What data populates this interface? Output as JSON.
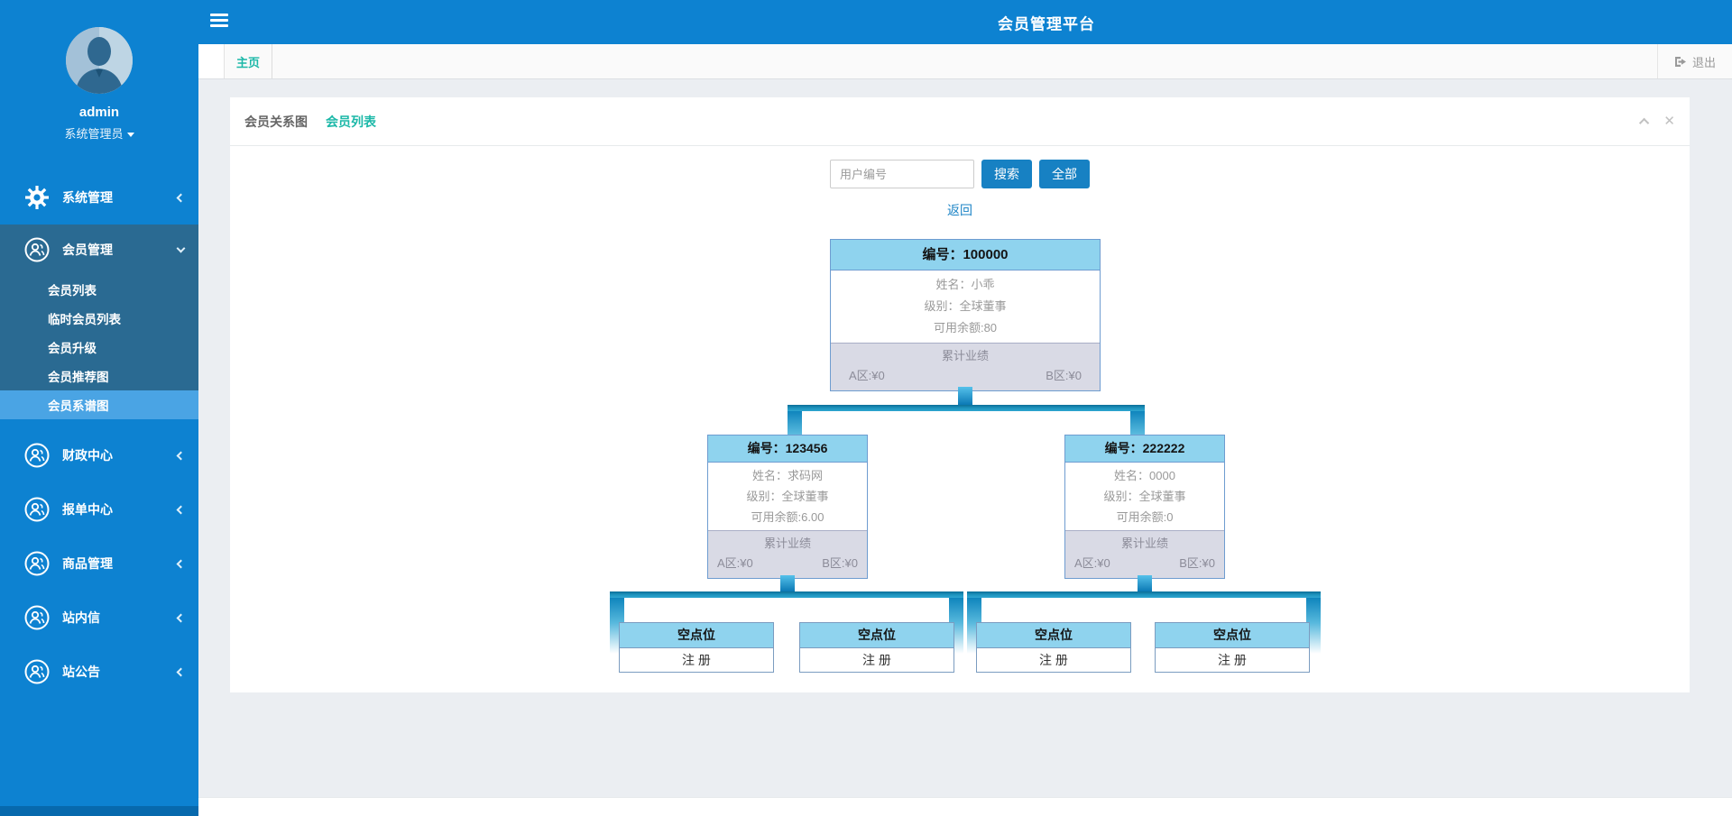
{
  "navbar": {
    "title": "会员管理平台"
  },
  "tabbar": {
    "home_tab": "主页",
    "logout": "退出"
  },
  "sidebar": {
    "username": "admin",
    "role": "系统管理员",
    "menu": [
      {
        "label": "系统管理",
        "icon": "gear-icon"
      },
      {
        "label": "会员管理",
        "icon": "users-icon",
        "children": [
          "会员列表",
          "临时会员列表",
          "会员升级",
          "会员推荐图",
          "会员系谱图"
        ],
        "active_child": "会员系谱图"
      },
      {
        "label": "财政中心",
        "icon": "users-icon"
      },
      {
        "label": "报单中心",
        "icon": "users-icon"
      },
      {
        "label": "商品管理",
        "icon": "users-icon"
      },
      {
        "label": "站内信",
        "icon": "users-icon"
      },
      {
        "label": "站公告",
        "icon": "users-icon"
      }
    ]
  },
  "panel": {
    "title": "会员关系图",
    "list_link": "会员列表",
    "search": {
      "placeholder": "用户编号",
      "search_btn": "搜索",
      "all_btn": "全部"
    },
    "back_link": "返回"
  },
  "tree": {
    "root": {
      "id": "编号：100000",
      "name": "姓名：小乖",
      "level": "级别：全球董事",
      "balance": "可用余额:80",
      "perf_title": "累计业绩",
      "zone_a": "A区:¥0",
      "zone_b": "B区:¥0"
    },
    "children": [
      {
        "id": "编号：123456",
        "name": "姓名：求码网",
        "level": "级别：全球董事",
        "balance": "可用余额:6.00",
        "perf_title": "累计业绩",
        "zone_a": "A区:¥0",
        "zone_b": "B区:¥0"
      },
      {
        "id": "编号：222222",
        "name": "姓名：0000",
        "level": "级别：全球董事",
        "balance": "可用余额:0",
        "perf_title": "累计业绩",
        "zone_a": "A区:¥0",
        "zone_b": "B区:¥0"
      }
    ],
    "leaves": [
      {
        "header": "空点位",
        "action": "注 册"
      },
      {
        "header": "空点位",
        "action": "注 册"
      },
      {
        "header": "空点位",
        "action": "注 册"
      },
      {
        "header": "空点位",
        "action": "注 册"
      }
    ]
  },
  "colors": {
    "primary_blue": "#0d82d1",
    "group_bg": "#2a6a92",
    "active_item_bg": "#4aa4e4",
    "teal_accent": "#1cb8a8",
    "button_blue": "#1781c3",
    "node_header_bg": "#8fd3ee",
    "node_footer_bg": "#d9dae5"
  }
}
